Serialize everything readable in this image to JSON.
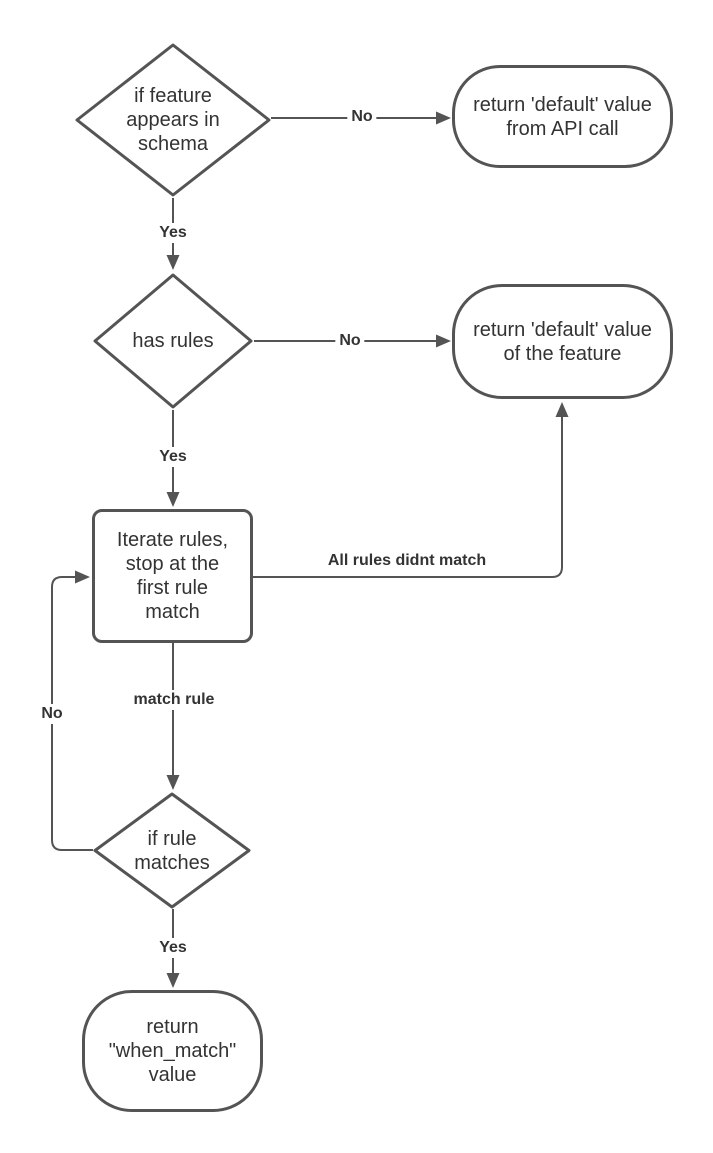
{
  "colors": {
    "stroke": "#545454",
    "node_text": "#333333",
    "edge_label_text": "#333333",
    "background": "#ffffff"
  },
  "nodes": {
    "feature_in_schema": {
      "type": "decision",
      "label": "if feature\nappears in\nschema"
    },
    "return_default_api": {
      "type": "terminator",
      "label": "return 'default' value\nfrom API call"
    },
    "has_rules": {
      "type": "decision",
      "label": "has rules"
    },
    "return_default_feature": {
      "type": "terminator",
      "label": "return 'default' value\nof the feature"
    },
    "iterate_rules": {
      "type": "process",
      "label": "Iterate rules,\nstop at the\nfirst rule\nmatch"
    },
    "if_rule_matches": {
      "type": "decision",
      "label": "if rule\nmatches"
    },
    "return_when_match": {
      "type": "terminator",
      "label": "return\n\"when_match\"\nvalue"
    }
  },
  "edges": {
    "feature_no": {
      "label": "No"
    },
    "feature_yes": {
      "label": "Yes"
    },
    "rules_no": {
      "label": "No"
    },
    "rules_yes": {
      "label": "Yes"
    },
    "all_rules_didnt_match": {
      "label": "All rules didnt match"
    },
    "match_rule": {
      "label": "match rule"
    },
    "loop_no": {
      "label": "No"
    },
    "match_yes": {
      "label": "Yes"
    }
  }
}
